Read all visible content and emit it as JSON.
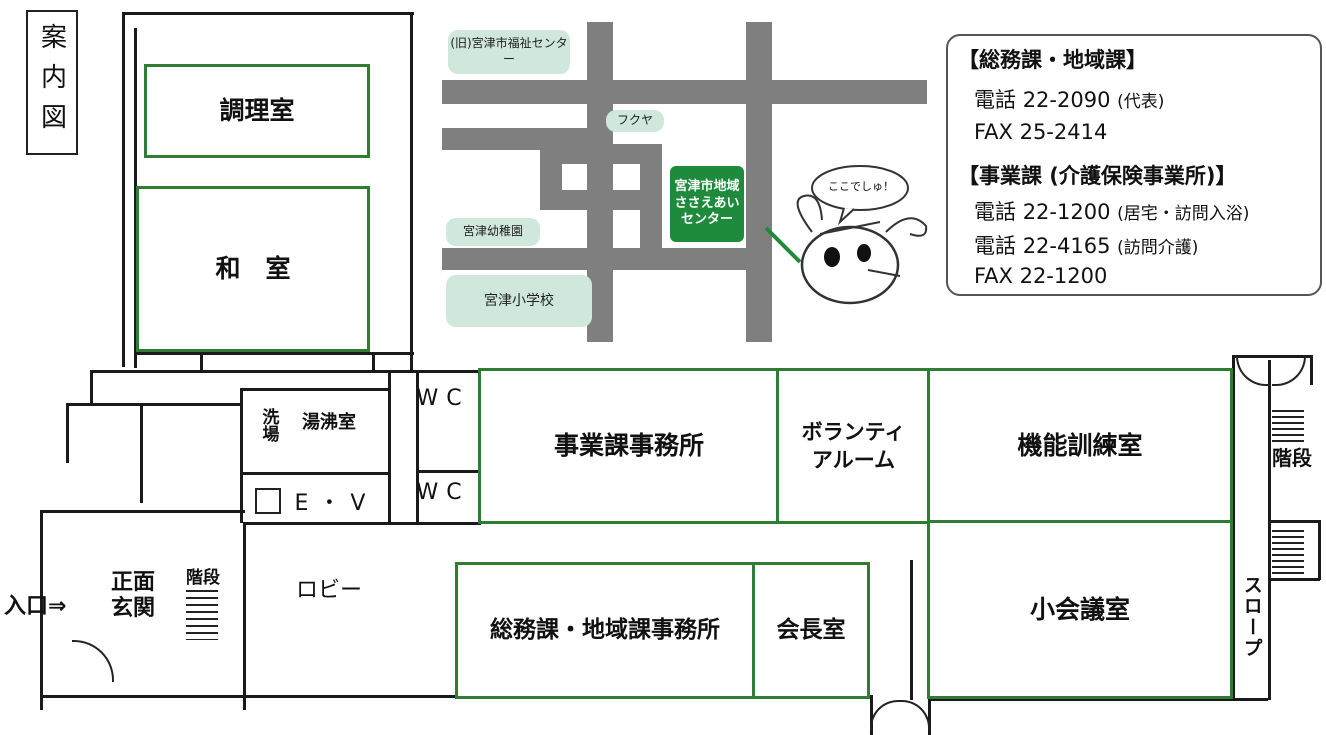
{
  "legend": {
    "title": "案内図"
  },
  "rooms": {
    "cooking": "調理室",
    "tatami": "和　室",
    "business_office": "事業課事務所",
    "volunteer": "ボランティアルーム",
    "training": "機能訓練室",
    "general_office": "総務課・地域課事務所",
    "chairman": "会長室",
    "meeting": "小会議室"
  },
  "facilities": {
    "wc1": "WC",
    "wc2": "WC",
    "washroom": "洗場",
    "boiler": "湯沸室",
    "elevator": "E・V",
    "lobby": "ロビー",
    "entrance_arrow": "入口⇒",
    "front_entrance": "正面玄関",
    "stairs_left": "階段",
    "stairs_right": "階段",
    "slope": "スロープ"
  },
  "map": {
    "welfare_center": "(旧)宮津市福祉センター",
    "fukuya": "フクヤ",
    "kindergarten": "宮津幼稚園",
    "elementary": "宮津小学校",
    "destination": "宮津市地域ささえあいセンター",
    "mascot_speech": "ここでしゅ！"
  },
  "contacts": {
    "dept1_heading": "【総務課・地域課】",
    "dept1_phone_label": "電話",
    "dept1_phone": "22-2090",
    "dept1_phone_note": "(代表)",
    "dept1_fax": "FAX 25-2414",
    "dept2_heading": "【事業課 (介護保険事業所)】",
    "dept2_phone1_label": "電話",
    "dept2_phone1": "22-1200",
    "dept2_phone1_note": "(居宅・訪問入浴)",
    "dept2_phone2_label": "電話",
    "dept2_phone2": "22-4165",
    "dept2_phone2_note": "(訪問介護)",
    "dept2_fax": "FAX 22-1200"
  },
  "colors": {
    "room_border": "#2e7d32",
    "destination": "#1e8a3c",
    "road": "#7f7f7f",
    "pill": "#cfe8db"
  }
}
